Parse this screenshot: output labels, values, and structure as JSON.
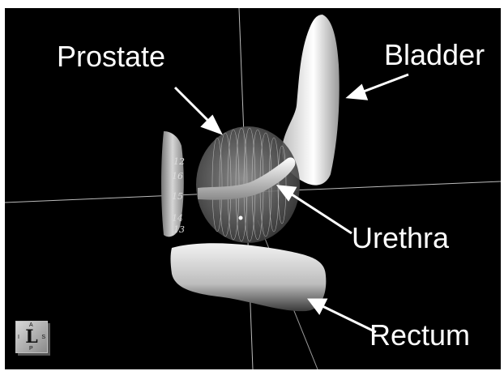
{
  "labels": {
    "prostate": "Prostate",
    "bladder": "Bladder",
    "urethra": "Urethra",
    "rectum": "Rectum"
  },
  "slice_numbers": [
    "12",
    "16",
    "15",
    "14",
    "13"
  ],
  "orientation_cube": {
    "main": "L",
    "top": "A",
    "bottom": "P",
    "left": "I",
    "right": "S"
  },
  "colors": {
    "background": "#000000",
    "organ": "#e8e8e8",
    "text": "#ffffff"
  }
}
